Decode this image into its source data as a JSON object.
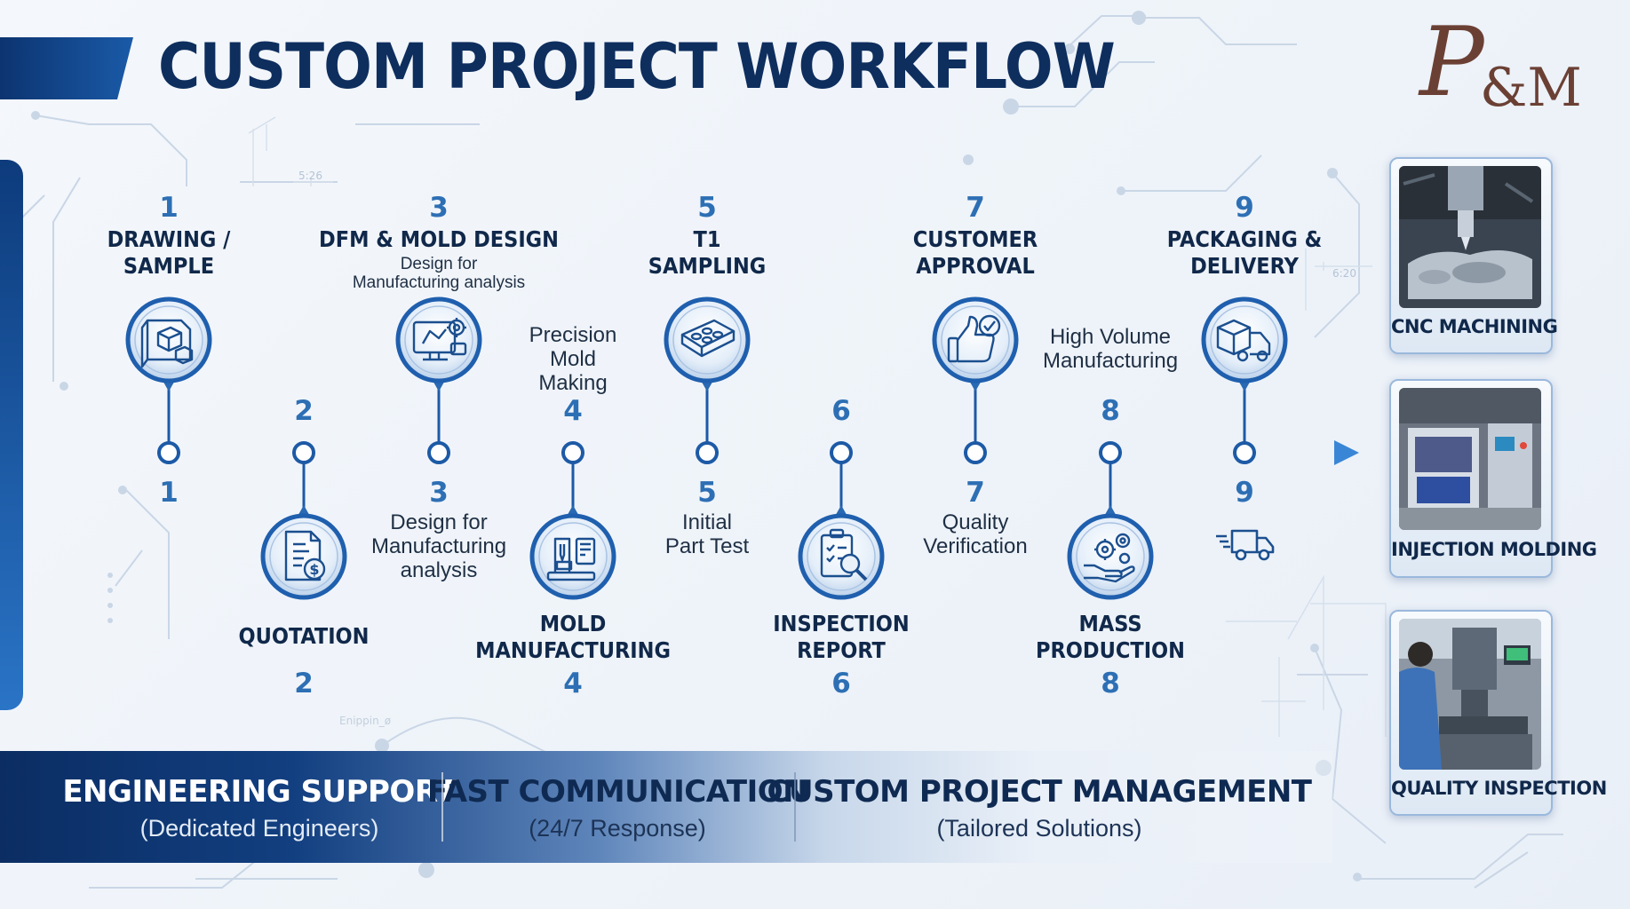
{
  "title": "CUSTOM PROJECT WORKFLOW",
  "logo": {
    "text": "P&M",
    "big": "P",
    "small": "&M",
    "color": "#6b4034"
  },
  "colors": {
    "primary": "#0e2e5e",
    "accent": "#2d6fb4",
    "line": "#1d5aa6"
  },
  "decor": {
    "dim_label": "5:26",
    "dim_label_2": "6:20",
    "faint_text": "Enippin_ø"
  },
  "steps_top": [
    {
      "num": "1",
      "title": "DRAWING /",
      "title2": "SAMPLE",
      "sub": "",
      "sub2": "",
      "icon": "blueprint-icon",
      "num_below": "1",
      "desc": "",
      "desc2": "",
      "desc3": ""
    },
    {
      "num": "3",
      "title": "DFM & MOLD DESIGN",
      "title2": "",
      "sub": "Design for",
      "sub2": "Manufacturing analysis",
      "icon": "cad-monitor-gear-icon",
      "num_below": "3",
      "desc": "Design for",
      "desc2": "Manufacturing",
      "desc3": "analysis"
    },
    {
      "num": "5",
      "title": "T1",
      "title2": "SAMPLING",
      "sub": "",
      "sub2": "",
      "icon": "sample-part-icon",
      "num_below": "5",
      "desc": "Initial",
      "desc2": "Part Test",
      "desc3": ""
    },
    {
      "num": "7",
      "title": "CUSTOMER",
      "title2": "APPROVAL",
      "sub": "",
      "sub2": "",
      "icon": "thumbs-up-check-icon",
      "num_below": "7",
      "desc": "Quality",
      "desc2": "Verification",
      "desc3": ""
    },
    {
      "num": "9",
      "title": "PACKAGING &",
      "title2": "DELIVERY",
      "sub": "",
      "sub2": "",
      "icon": "delivery-truck-box-icon",
      "num_below": "9",
      "desc": "",
      "desc2": "",
      "desc3": ""
    }
  ],
  "steps_bottom": [
    {
      "num": "2",
      "title": "QUOTATION",
      "title2": "",
      "icon": "invoice-dollar-icon",
      "num_below": "2",
      "desc": "",
      "desc2": "",
      "desc3": ""
    },
    {
      "num": "4",
      "title": "MOLD",
      "title2": "MANUFACTURING",
      "icon": "cnc-machine-icon",
      "num_below": "4",
      "desc": "Precision",
      "desc2": "Mold",
      "desc3": "Making"
    },
    {
      "num": "6",
      "title": "INSPECTION",
      "title2": "REPORT",
      "icon": "clipboard-magnifier-icon",
      "num_below": "6",
      "desc": "",
      "desc2": "",
      "desc3": ""
    },
    {
      "num": "8",
      "title": "MASS",
      "title2": "PRODUCTION",
      "icon": "hand-gears-icon",
      "num_below": "8",
      "desc": "High Volume",
      "desc2": "Manufacturing",
      "desc3": ""
    }
  ],
  "photos": [
    {
      "caption": "CNC MACHINING"
    },
    {
      "caption": "INJECTION MOLDING"
    },
    {
      "caption": "QUALITY INSPECTION"
    }
  ],
  "footer": [
    {
      "title": "ENGINEERING SUPPORT",
      "subtitle": "(Dedicated Engineers)"
    },
    {
      "title": "FAST COMMUNICATION",
      "subtitle": "(24/7 Response)"
    },
    {
      "title": "CUSTOM PROJECT MANAGEMENT",
      "subtitle": "(Tailored Solutions)"
    }
  ]
}
